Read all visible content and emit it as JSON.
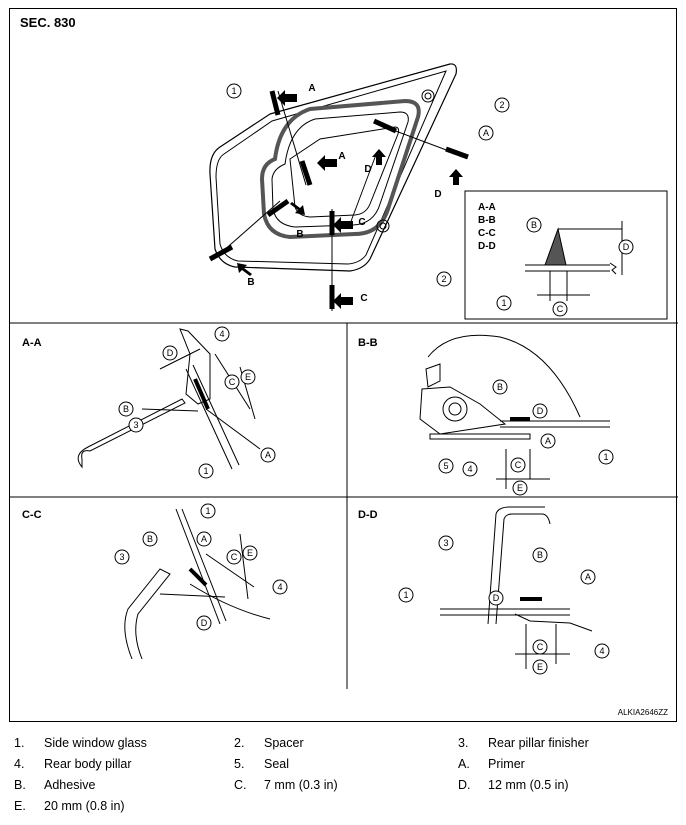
{
  "section_title": "SEC. 830",
  "figure_code": "ALKIA2646ZZ",
  "section_views": [
    "A-A",
    "B-B",
    "C-C",
    "D-D"
  ],
  "callouts": {
    "n1": "1",
    "n2": "2",
    "n3": "3",
    "n4": "4",
    "n5": "5",
    "A": "A",
    "B": "B",
    "C": "C",
    "D": "D",
    "E": "E"
  },
  "legend": [
    {
      "key": "1.",
      "text": "Side window glass"
    },
    {
      "key": "2.",
      "text": "Spacer"
    },
    {
      "key": "3.",
      "text": "Rear pillar finisher"
    },
    {
      "key": "4.",
      "text": "Rear body pillar"
    },
    {
      "key": "5.",
      "text": "Seal"
    },
    {
      "key": "A.",
      "text": "Primer"
    },
    {
      "key": "B.",
      "text": "Adhesive"
    },
    {
      "key": "C.",
      "text": "7 mm (0.3 in)"
    },
    {
      "key": "D.",
      "text": "12 mm (0.5 in)"
    },
    {
      "key": "E.",
      "text": "20 mm (0.8 in)"
    }
  ]
}
